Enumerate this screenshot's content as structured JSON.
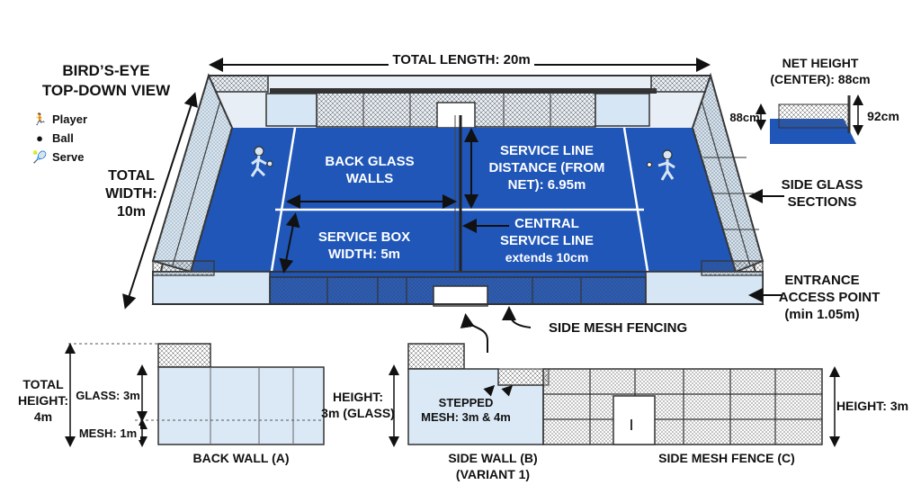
{
  "title": {
    "line1": "BIRD’S-EYE",
    "line2": "TOP-DOWN VIEW"
  },
  "legend": [
    {
      "icon": "player-icon",
      "glyph": "🏃",
      "label": "Player"
    },
    {
      "icon": "ball-icon",
      "glyph": "●",
      "label": "Ball"
    },
    {
      "icon": "serve-icon",
      "glyph": "🎾",
      "label": "Serve"
    }
  ],
  "dimensions": {
    "total_length": "TOTAL LENGTH: 20m",
    "total_width": {
      "l1": "TOTAL",
      "l2": "WIDTH:",
      "l3": "10m"
    }
  },
  "court_labels": {
    "back_glass": {
      "l1": "BACK GLASS",
      "l2": "WALLS"
    },
    "service_line": {
      "l1": "SERVICE LINE",
      "l2": "DISTANCE (FROM",
      "l3": "NET): 6.95m"
    },
    "service_box": {
      "l1": "SERVICE BOX",
      "l2": "WIDTH: 5m"
    },
    "central_line": {
      "l1": "CENTRAL",
      "l2": "SERVICE LINE",
      "l3": "extends 10cm"
    }
  },
  "callouts": {
    "side_glass": {
      "l1": "SIDE GLASS",
      "l2": "SECTIONS"
    },
    "entrance": {
      "l1": "ENTRANCE",
      "l2": "ACCESS POINT",
      "l3": "(min 1.05m)"
    },
    "side_mesh": "SIDE MESH FENCING"
  },
  "net_inset": {
    "title1": "NET HEIGHT",
    "title2": "(CENTER): 88cm",
    "left": "88cm",
    "right": "92cm"
  },
  "back_wall": {
    "total": {
      "l1": "TOTAL",
      "l2": "HEIGHT:",
      "l3": "4m"
    },
    "glass": "GLASS: 3m",
    "mesh": "MESH: 1m",
    "caption": "BACK WALL (A)"
  },
  "side_wall": {
    "height": {
      "l1": "HEIGHT:",
      "l2": "3m (GLASS)"
    },
    "stepped": {
      "l1": "STEPPED",
      "l2": "MESH: 3m & 4m"
    },
    "caption1": "SIDE WALL (B)",
    "caption2": "(VARIANT 1)"
  },
  "mesh_fence": {
    "height": "HEIGHT: 3m",
    "caption": "SIDE MESH FENCE (C)"
  },
  "colors": {
    "court": "#1f56b8",
    "glass": "#dbe9f6",
    "frame": "#333333"
  }
}
